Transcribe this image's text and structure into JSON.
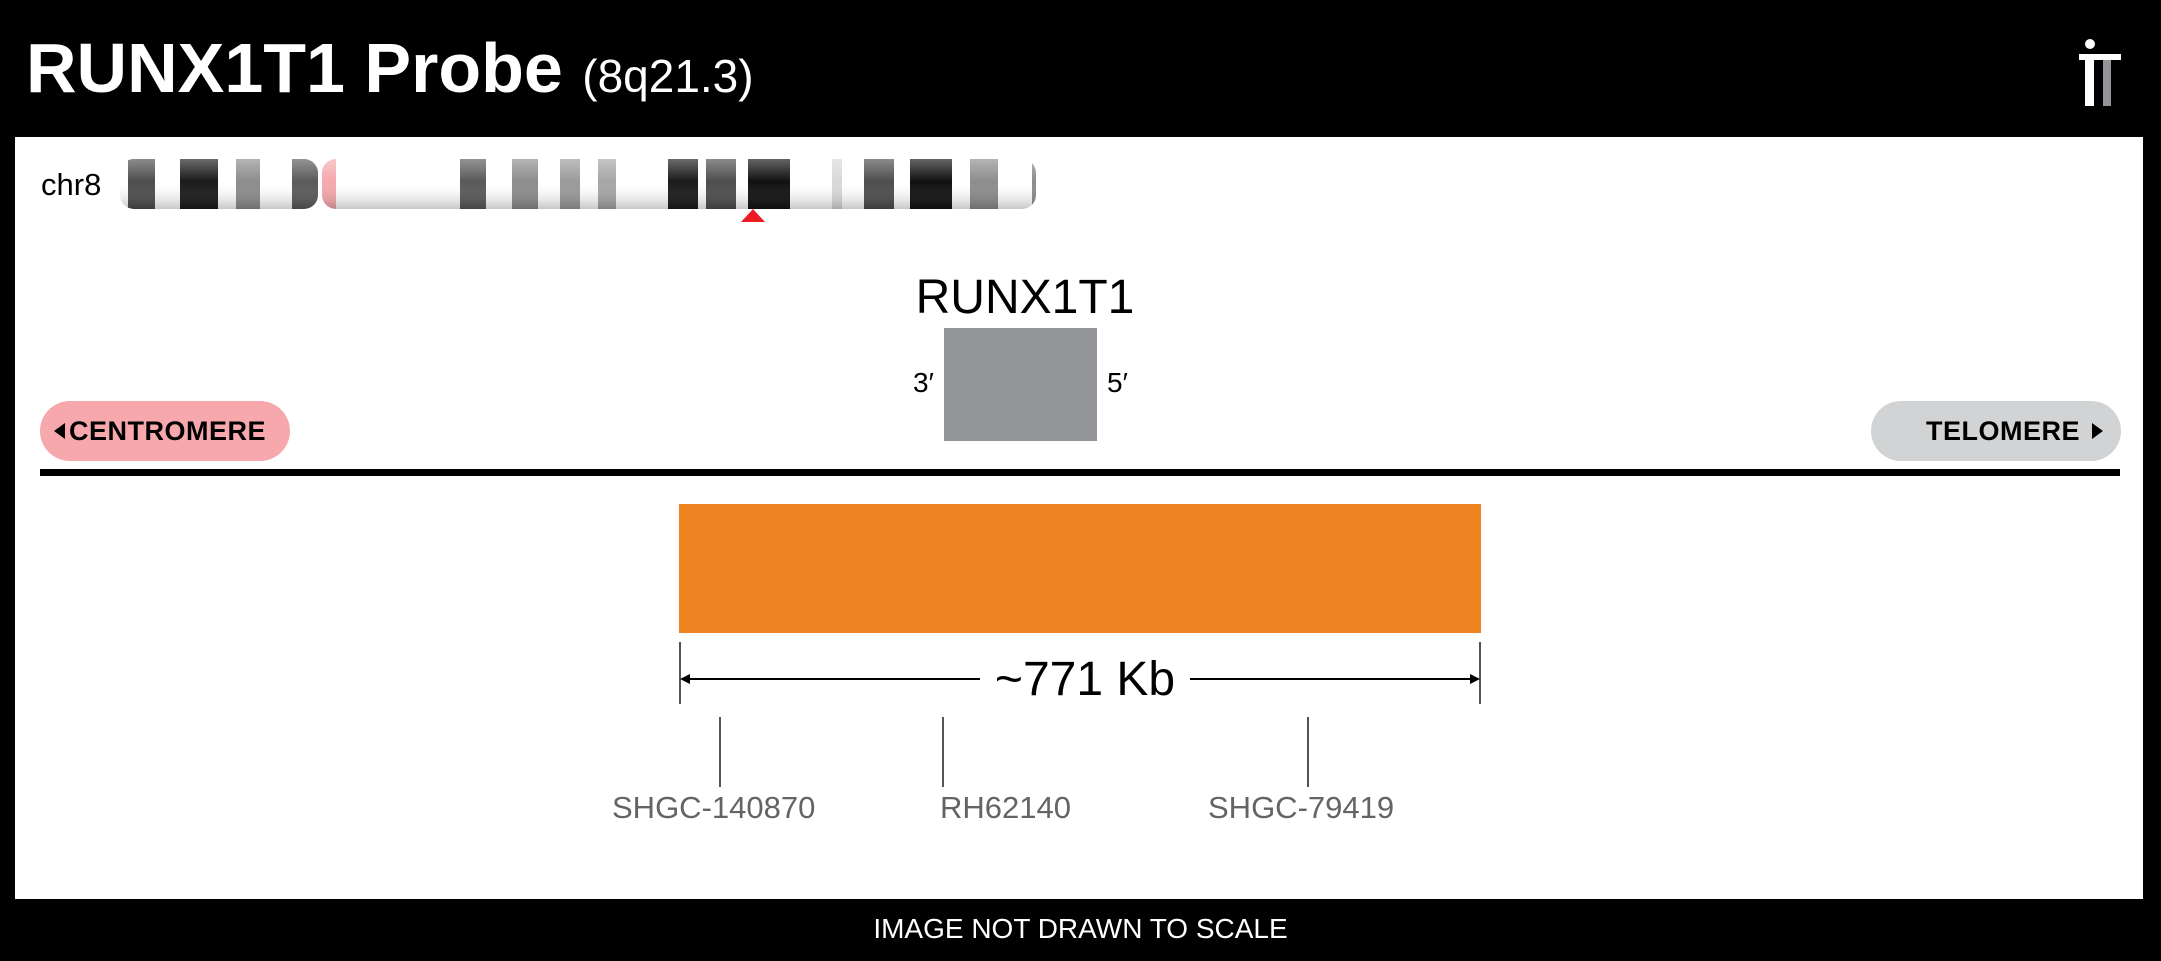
{
  "header": {
    "probe_title": "RUNX1T1 Probe",
    "location": "(8q21.3)",
    "logo_name": "brand-logo-icon"
  },
  "chromosome": {
    "label": "chr8",
    "marker_color": "#ed1c24",
    "centromere_color": "#f6a8ad"
  },
  "gene": {
    "name": "RUNX1T1",
    "end_left": "3′",
    "end_right": "5′",
    "color": "#939598"
  },
  "orientation": {
    "left": "CENTROMERE",
    "right": "TELOMERE"
  },
  "probe": {
    "size": "~771 Kb",
    "color": "#ee8322"
  },
  "markers": [
    {
      "name": "SHGC-140870"
    },
    {
      "name": "RH62140"
    },
    {
      "name": "SHGC-79419"
    }
  ],
  "footer": {
    "note": "IMAGE NOT DRAWN TO SCALE"
  }
}
